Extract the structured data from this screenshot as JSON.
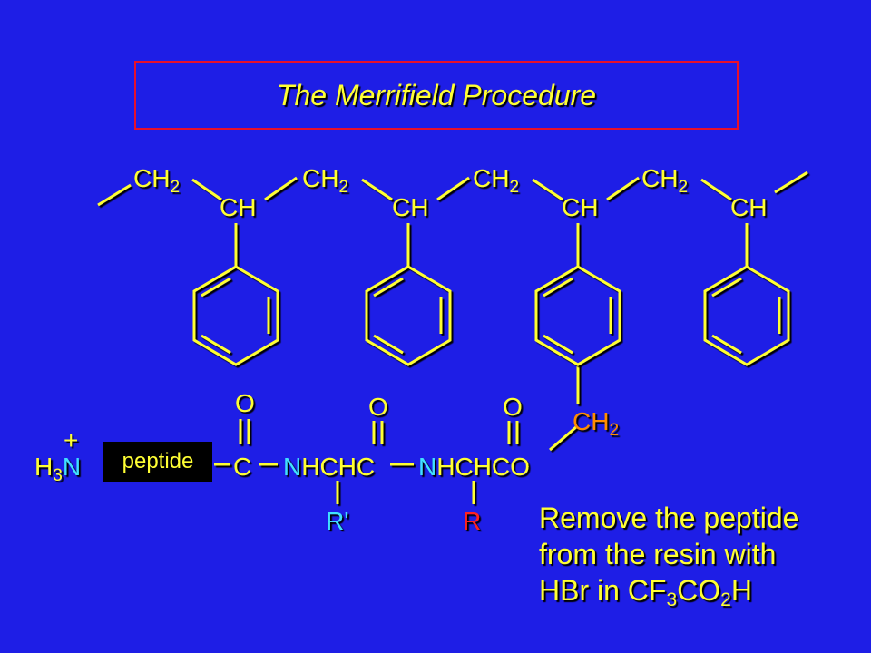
{
  "title": "The Merrifield Procedure",
  "colors": {
    "background": "#1e1ee6",
    "yellow": "#ffff33",
    "orange": "#ff8c00",
    "cyan": "#40e0ff",
    "red": "#ff2020",
    "frame": "#e8102a"
  },
  "polymer": {
    "ch2": "CH",
    "ch2_sub": "2",
    "ch": "CH"
  },
  "linker": {
    "ch2": "CH",
    "ch2_sub": "2"
  },
  "chain": {
    "charge": "+",
    "h3n_h": "H",
    "h3n_sub": "3",
    "h3n_n": "N",
    "peptide": "peptide",
    "carbonyl_c": "C",
    "oxygen": "O",
    "n1": "N",
    "hchc1": "HCHC",
    "n2": "N",
    "hchco": "HCHCO",
    "r_prime": "R'",
    "r": "R"
  },
  "note": {
    "line1": "Remove the peptide",
    "line2": "from the resin with",
    "line3_a": "HBr in CF",
    "line3_sub1": "3",
    "line3_b": "CO",
    "line3_sub2": "2",
    "line3_c": "H"
  }
}
